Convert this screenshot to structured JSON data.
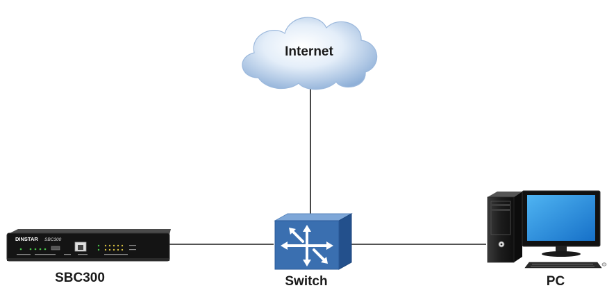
{
  "nodes": {
    "internet": {
      "label": "Internet"
    },
    "switch": {
      "label": "Switch"
    },
    "sbc": {
      "label": "SBC300",
      "brand": "DINSTAR",
      "model": "SBC300"
    },
    "pc": {
      "label": "PC"
    }
  },
  "connections": [
    {
      "from": "internet",
      "to": "switch"
    },
    {
      "from": "sbc",
      "to": "switch"
    },
    {
      "from": "switch",
      "to": "pc"
    }
  ],
  "colors": {
    "line": "#1a1a1a",
    "cloud_light": "#eef4fb",
    "cloud_dark": "#8fb0d8",
    "switch_front": "#3a6fb0",
    "switch_top": "#7ea7d8",
    "switch_side": "#23508c",
    "monitor_screen": "#1f8fe0"
  }
}
